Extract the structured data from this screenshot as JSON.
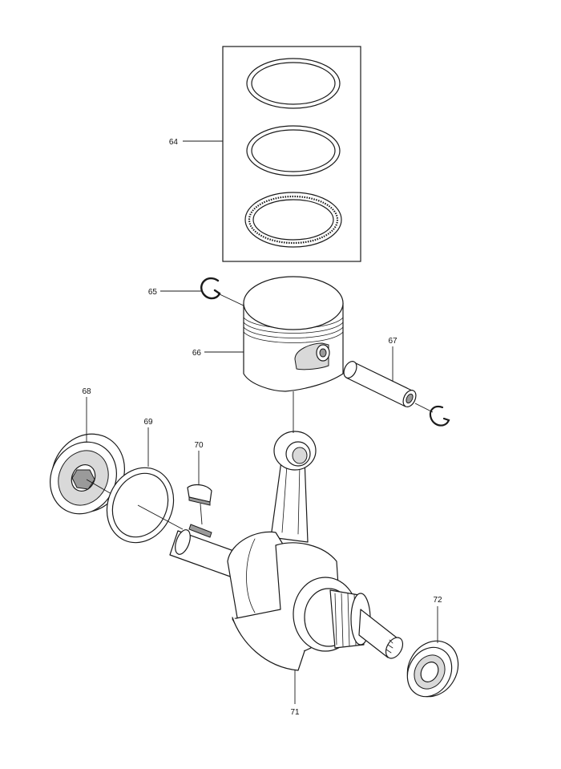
{
  "diagram": {
    "parts": [
      {
        "ref": "64",
        "icon": "piston-ring-set-icon"
      },
      {
        "ref": "65",
        "icon": "circlip-icon"
      },
      {
        "ref": "66",
        "icon": "piston-icon"
      },
      {
        "ref": "67",
        "icon": "piston-pin-icon"
      },
      {
        "ref": "68",
        "icon": "oil-seal-icon"
      },
      {
        "ref": "69",
        "icon": "washer-ring-icon"
      },
      {
        "ref": "70",
        "icon": "woodruff-key-icon"
      },
      {
        "ref": "71",
        "icon": "crankshaft-assembly-icon"
      },
      {
        "ref": "72",
        "icon": "oil-seal-icon"
      }
    ]
  }
}
